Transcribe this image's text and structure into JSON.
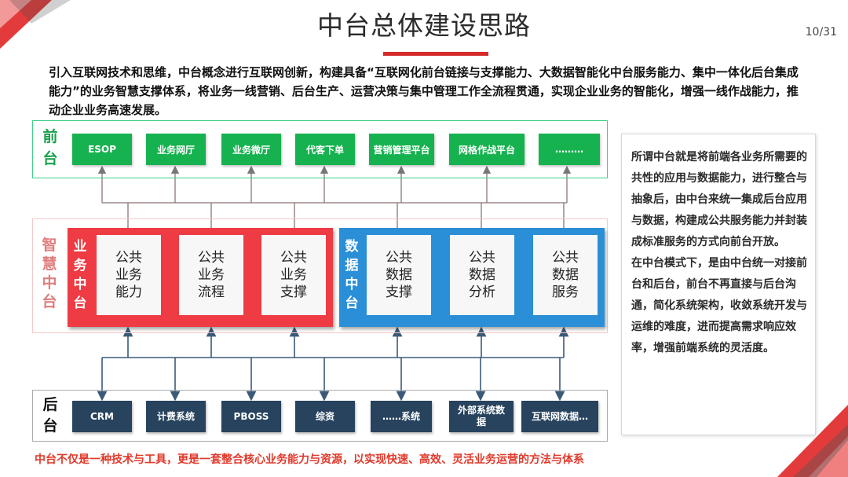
{
  "page": {
    "title": "中台总体建设思路",
    "page_number": "10/31"
  },
  "intro": "引入互联网技术和思维，中台概念进行互联网创新，构建具备“互联网化前台链接与支撑能力、大数据智能化中台服务能力、集中一体化后台集成能力”的业务智慧支撑体系，将业务一线营销、后台生产、运营决策与集中管理工作全流程贯通，实现企业业务的智能化，增强一线作战能力，推动企业业务高速发展。",
  "front": {
    "label": "前台",
    "items": [
      "ESOP",
      "业务网厅",
      "业务微厅",
      "代客下单",
      "营销管理平台",
      "网格作战平台",
      "………"
    ]
  },
  "middle": {
    "label": "智慧中台",
    "business": {
      "label": "业务中台",
      "cards": [
        "公共业务能力",
        "公共业务流程",
        "公共业务支撑"
      ]
    },
    "data": {
      "label": "数据中台",
      "cards": [
        "公共数据支撑",
        "公共数据分析",
        "公共数据服务"
      ]
    }
  },
  "back": {
    "label": "后台",
    "items": [
      "CRM",
      "计费系统",
      "PBOSS",
      "综资",
      "……系统",
      "外部系统数据",
      "互联网数据…"
    ]
  },
  "note": {
    "p1": "所谓中台就是将前端各业务所需要的共性的应用与数据能力，进行整合与抽象后，由中台来统一集成后台应用与数据，构建成公共服务能力并封装成标准服务的方式向前台开放。",
    "p2": "在中台模式下，是由中台统一对接前台和后台，前台不再直接与后台沟通，简化系统架构，收敛系统开发与运维的难度，进而提高需求响应效率，增强前端系统的灵活度。"
  },
  "footer": "中台不仅是一种技术与工具，更是一套整合核心业务能力与资源，以实现快速、高效、灵活业务运营的方法与体系",
  "colors": {
    "accent_red": "#d62b2b",
    "front_green": "#16b24f",
    "business_red": "#ee3b44",
    "data_blue": "#2a8fd6",
    "back_navy": "#27435e"
  }
}
